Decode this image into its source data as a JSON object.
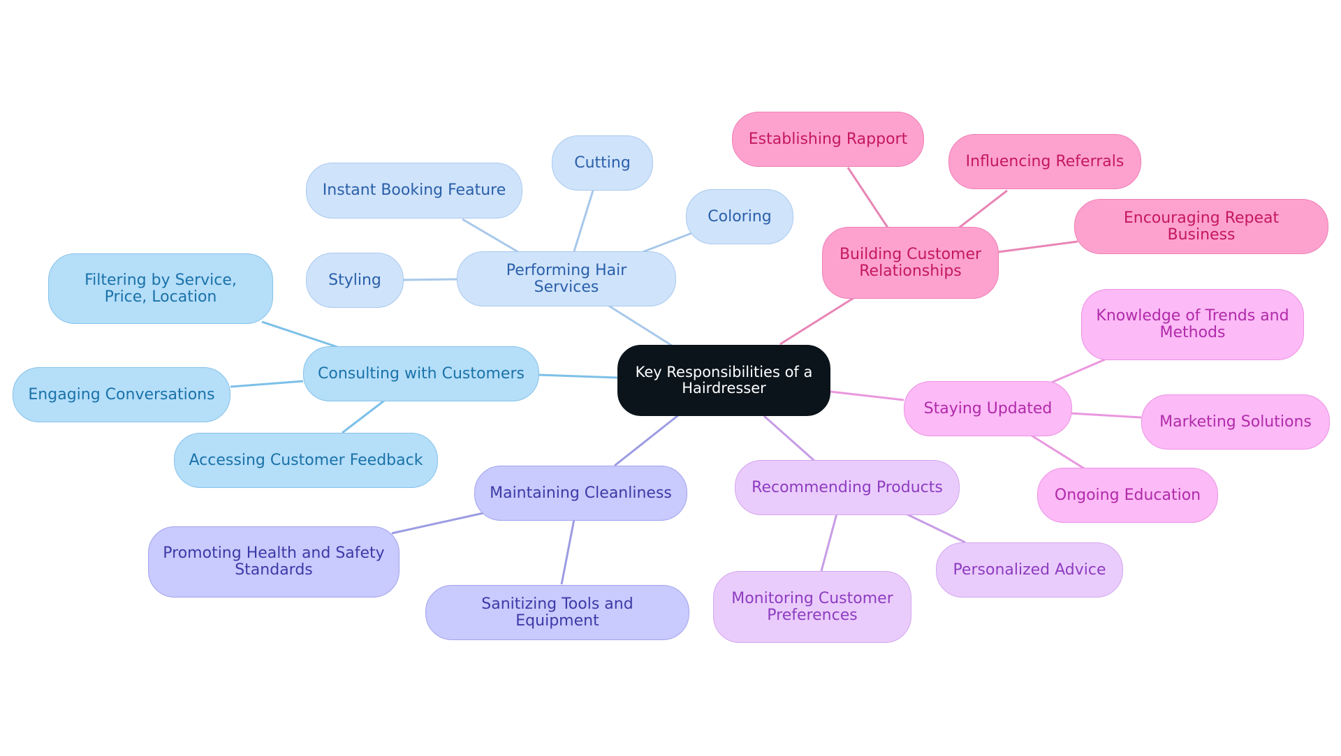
{
  "diagram": {
    "root": "Key Responsibilities of a Hairdresser",
    "branches": [
      {
        "label": "Performing Hair Services",
        "color": "#a7c8ea",
        "children": [
          "Instant Booking Feature",
          "Cutting",
          "Coloring",
          "Styling"
        ]
      },
      {
        "label": "Consulting with Customers",
        "color": "#7cc0e8",
        "children": [
          "Filtering by Service, Price, Location",
          "Engaging Conversations",
          "Accessing Customer Feedback"
        ]
      },
      {
        "label": "Maintaining Cleanliness",
        "color": "#9b9be3",
        "children": [
          "Promoting Health and Safety Standards",
          "Sanitizing Tools and Equipment"
        ]
      },
      {
        "label": "Recommending Products",
        "color": "#c79ce6",
        "children": [
          "Monitoring Customer Preferences",
          "Personalized Advice"
        ]
      },
      {
        "label": "Staying Updated",
        "color": "#ea97de",
        "children": [
          "Knowledge of Trends and Methods",
          "Marketing Solutions",
          "Ongoing Education"
        ]
      },
      {
        "label": "Building Customer Relationships",
        "color": "#e884b5",
        "children": [
          "Establishing Rapport",
          "Influencing Referrals",
          "Encouraging Repeat Business"
        ]
      }
    ]
  }
}
